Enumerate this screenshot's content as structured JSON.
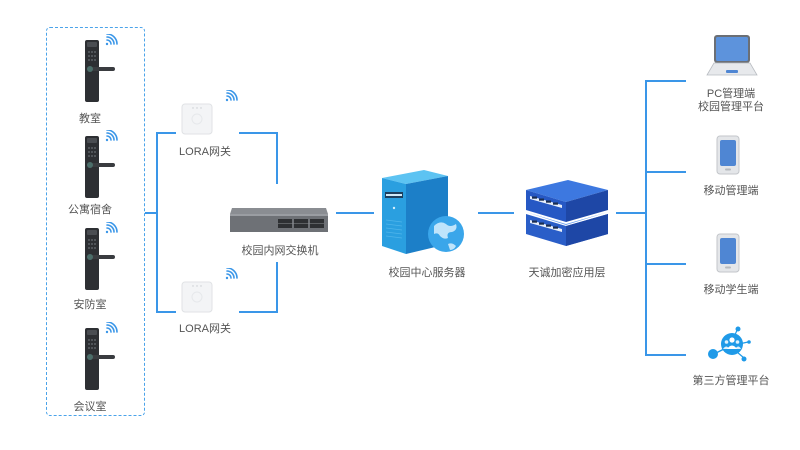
{
  "diagram": {
    "locks": [
      {
        "label": "教室",
        "icon": "smart-lock-icon"
      },
      {
        "label": "公寓宿舍",
        "icon": "smart-lock-icon"
      },
      {
        "label": "安防室",
        "icon": "smart-lock-icon"
      },
      {
        "label": "会议室",
        "icon": "smart-lock-icon"
      }
    ],
    "gateways": [
      {
        "label": "LORA网关",
        "icon": "lora-gateway-icon"
      },
      {
        "label": "LORA网关",
        "icon": "lora-gateway-icon"
      }
    ],
    "switch": {
      "label": "校园内网交换机",
      "icon": "network-switch-icon"
    },
    "server": {
      "label": "校园中心服务器",
      "icon": "server-globe-icon"
    },
    "encryption": {
      "label": "天诚加密应用层",
      "icon": "encryption-layer-icon"
    },
    "clients": [
      {
        "label_line1": "PC管理端",
        "label_line2": "校园管理平台",
        "icon": "laptop-icon"
      },
      {
        "label_line1": "移动管理端",
        "icon": "mobile-phone-icon"
      },
      {
        "label_line1": "移动学生端",
        "icon": "mobile-phone-icon"
      },
      {
        "label_line1": "第三方管理平台",
        "icon": "third-party-platform-icon"
      }
    ],
    "colors": {
      "connector": "#3a96e8",
      "dashed_border": "#4aa3ea",
      "wifi": "#3a96e8",
      "label_text": "#555555"
    }
  }
}
